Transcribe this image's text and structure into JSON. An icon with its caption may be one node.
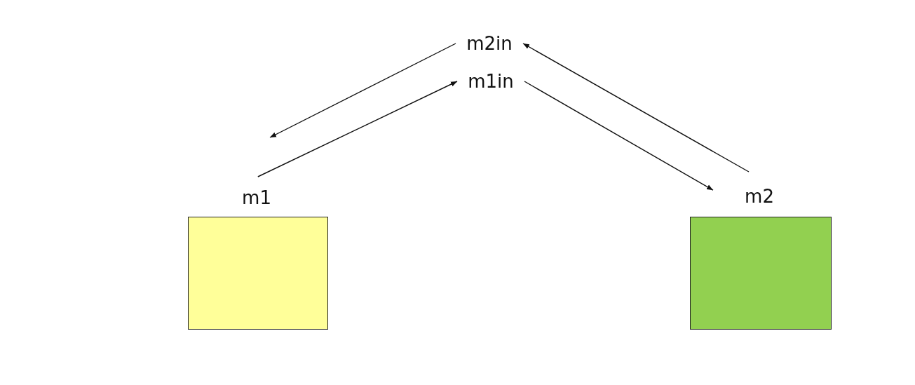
{
  "diagram": {
    "nodes": [
      {
        "text": [
          "m2in"
        ]
      },
      {
        "text": [
          "m1in"
        ]
      },
      {
        "text": [
          "m1"
        ]
      },
      {
        "text": [
          "m2"
        ]
      },
      {
        "text": [],
        "shape": "box"
      },
      {
        "text": [],
        "shape": "box"
      }
    ],
    "edges": [
      {
        "from": 2,
        "to": 1,
        "arrow": "to"
      },
      {
        "from": 0,
        "to": null,
        "arrow": "to"
      },
      {
        "from": 1,
        "to": 3,
        "arrow": "to"
      },
      {
        "from": 3,
        "to": 0,
        "arrow": "to"
      }
    ]
  }
}
